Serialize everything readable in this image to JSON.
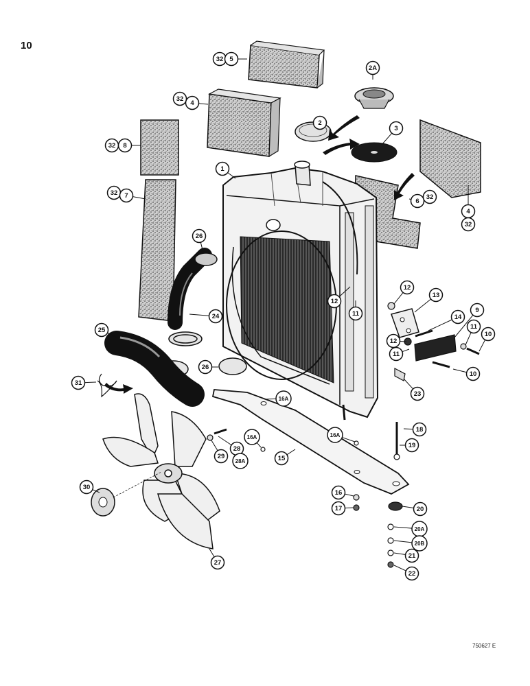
{
  "page_number": "10",
  "drawing_code": "750627 E",
  "callouts": [
    {
      "id": "c-32-5a",
      "label": "32"
    },
    {
      "id": "c-5",
      "label": "5"
    },
    {
      "id": "c-2A",
      "label": "2A"
    },
    {
      "id": "c-32-4a",
      "label": "32"
    },
    {
      "id": "c-4a",
      "label": "4"
    },
    {
      "id": "c-2",
      "label": "2"
    },
    {
      "id": "c-3",
      "label": "3"
    },
    {
      "id": "c-32-8",
      "label": "32"
    },
    {
      "id": "c-8",
      "label": "8"
    },
    {
      "id": "c-1",
      "label": "1"
    },
    {
      "id": "c-32-7",
      "label": "32"
    },
    {
      "id": "c-7",
      "label": "7"
    },
    {
      "id": "c-6",
      "label": "6"
    },
    {
      "id": "c-32-6",
      "label": "32"
    },
    {
      "id": "c-4b",
      "label": "4"
    },
    {
      "id": "c-32-4b",
      "label": "32"
    },
    {
      "id": "c-26a",
      "label": "26"
    },
    {
      "id": "c-12a",
      "label": "12"
    },
    {
      "id": "c-13",
      "label": "13"
    },
    {
      "id": "c-12b",
      "label": "12"
    },
    {
      "id": "c-11a",
      "label": "11"
    },
    {
      "id": "c-24",
      "label": "24"
    },
    {
      "id": "c-14",
      "label": "14"
    },
    {
      "id": "c-9",
      "label": "9"
    },
    {
      "id": "c-25",
      "label": "25"
    },
    {
      "id": "c-11b",
      "label": "11"
    },
    {
      "id": "c-10a",
      "label": "10"
    },
    {
      "id": "c-12c",
      "label": "12"
    },
    {
      "id": "c-11c",
      "label": "11"
    },
    {
      "id": "c-26b",
      "label": "26"
    },
    {
      "id": "c-10b",
      "label": "10"
    },
    {
      "id": "c-31",
      "label": "31"
    },
    {
      "id": "c-23",
      "label": "23"
    },
    {
      "id": "c-16Aa",
      "label": "16A"
    },
    {
      "id": "c-18",
      "label": "18"
    },
    {
      "id": "c-16Ab",
      "label": "16A"
    },
    {
      "id": "c-19",
      "label": "19"
    },
    {
      "id": "c-28",
      "label": "28"
    },
    {
      "id": "c-16Ac",
      "label": "16A"
    },
    {
      "id": "c-29",
      "label": "29"
    },
    {
      "id": "c-28A",
      "label": "28A"
    },
    {
      "id": "c-15",
      "label": "15"
    },
    {
      "id": "c-30",
      "label": "30"
    },
    {
      "id": "c-16",
      "label": "16"
    },
    {
      "id": "c-20",
      "label": "20"
    },
    {
      "id": "c-17",
      "label": "17"
    },
    {
      "id": "c-20A",
      "label": "20A"
    },
    {
      "id": "c-20B",
      "label": "20B"
    },
    {
      "id": "c-21",
      "label": "21"
    },
    {
      "id": "c-27",
      "label": "27"
    },
    {
      "id": "c-22",
      "label": "22"
    }
  ]
}
